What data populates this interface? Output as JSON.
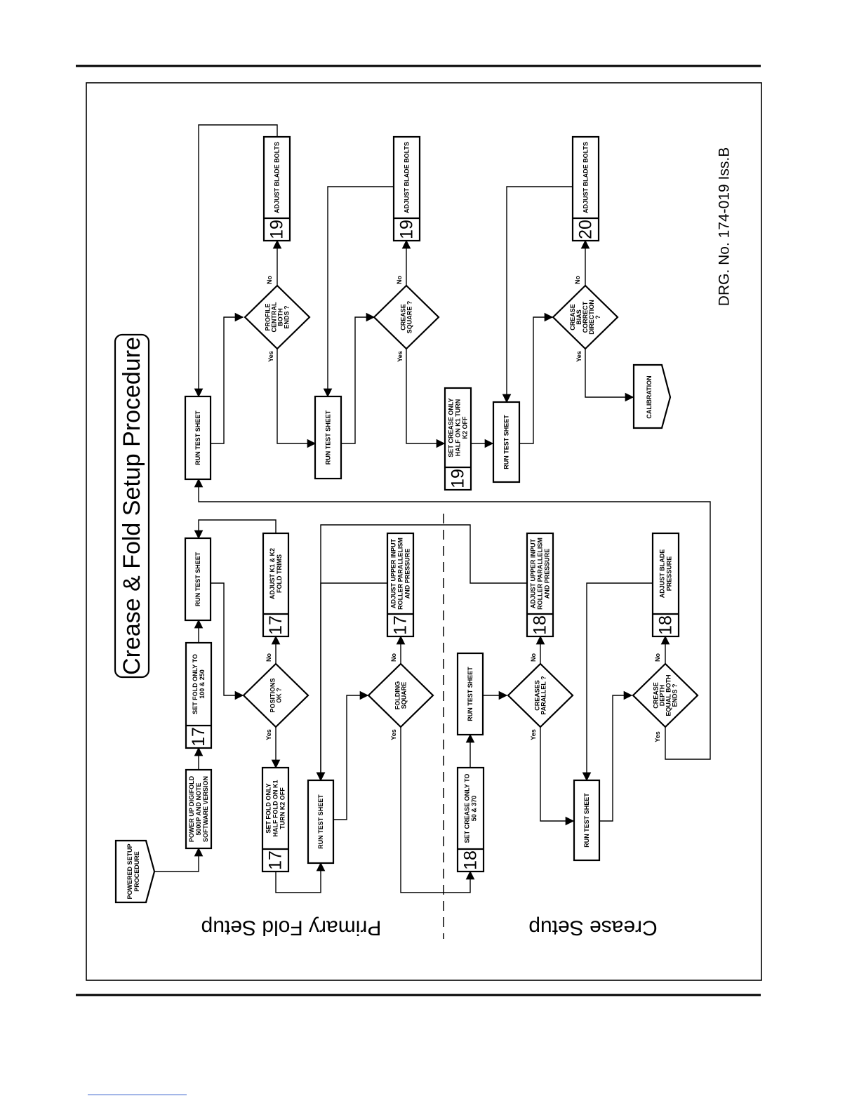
{
  "title": "Crease & Fold Setup Procedure",
  "sections": {
    "primary": "Primary Fold Setup",
    "crease": "Crease Setup"
  },
  "drawing_number": "DRG. No. 174-019 Iss.B",
  "yes_label": "Yes",
  "no_label": "No",
  "nodes": {
    "start": [
      "POWERED SETUP",
      "PROCEDURE"
    ],
    "power_up": [
      "POWER UP DIGIFOLD",
      "5000P AND NOTE",
      "SOFTWARE VERSION"
    ],
    "fold_only": [
      "SET FOLD ONLY TO",
      "100 & 250"
    ],
    "run1": [
      "RUN TEST SHEET"
    ],
    "positions": [
      "POSITIONS",
      "OK ?"
    ],
    "adjust_trims": [
      "ADJUST K1 & K2",
      "FOLD TRIMS"
    ],
    "half_fold": [
      "SET FOLD ONLY",
      "HALF FOLD ON K1",
      "TURN K2 OFF"
    ],
    "run2": [
      "RUN TEST SHEET"
    ],
    "folding_square": [
      "FOLDING",
      "SQUARE"
    ],
    "roller17": [
      "ADJUST UPPER INPUT",
      "ROLLER PARALLELISM",
      "AND PRESSURE"
    ],
    "crease_only": [
      "SET CREASE ONLY TO",
      "50 & 370"
    ],
    "run3": [
      "RUN TEST SHEET"
    ],
    "creases_parallel": [
      "CREASES",
      "PARALLEL ?"
    ],
    "roller18": [
      "ADJUST UPPER INPUT",
      "ROLLER PARALLELISM",
      "AND PRESSURE"
    ],
    "run4": [
      "RUN TEST SHEET"
    ],
    "crease_depth": [
      "CREASE",
      "DEPTH",
      "EQUAL BOTH",
      "ENDS ?"
    ],
    "blade_pressure": [
      "ADJUST BLADE",
      "PRESSURE"
    ],
    "run5": [
      "RUN TEST SHEET"
    ],
    "profile": [
      "PROFILE",
      "CENTRAL",
      "BOTH",
      "ENDS ?"
    ],
    "bolts1": [
      "ADJUST BLADE BOLTS"
    ],
    "run6": [
      "RUN TEST SHEET"
    ],
    "crease_square": [
      "CREASE",
      "SQUARE ?"
    ],
    "bolts2": [
      "ADJUST BLADE BOLTS"
    ],
    "half_crease": [
      "SET CREASE ONLY",
      "HALF ON K1 TURN",
      "K2 OFF"
    ],
    "run7": [
      "RUN TEST SHEET"
    ],
    "bias": [
      "CREASE",
      "BIAS",
      "CORRECT",
      "DIRECTION",
      "?"
    ],
    "bolts3": [
      "ADJUST BLADE BOLTS"
    ],
    "calibration": [
      "CALIBRATION"
    ]
  },
  "section_numbers": {
    "fold_only": "17",
    "adjust_trims": "17",
    "half_fold": "17",
    "roller17": "17",
    "crease_only": "18",
    "roller18": "18",
    "blade_pressure": "18",
    "bolts1": "19",
    "bolts2": "19",
    "half_crease": "19",
    "bolts3": "20"
  }
}
